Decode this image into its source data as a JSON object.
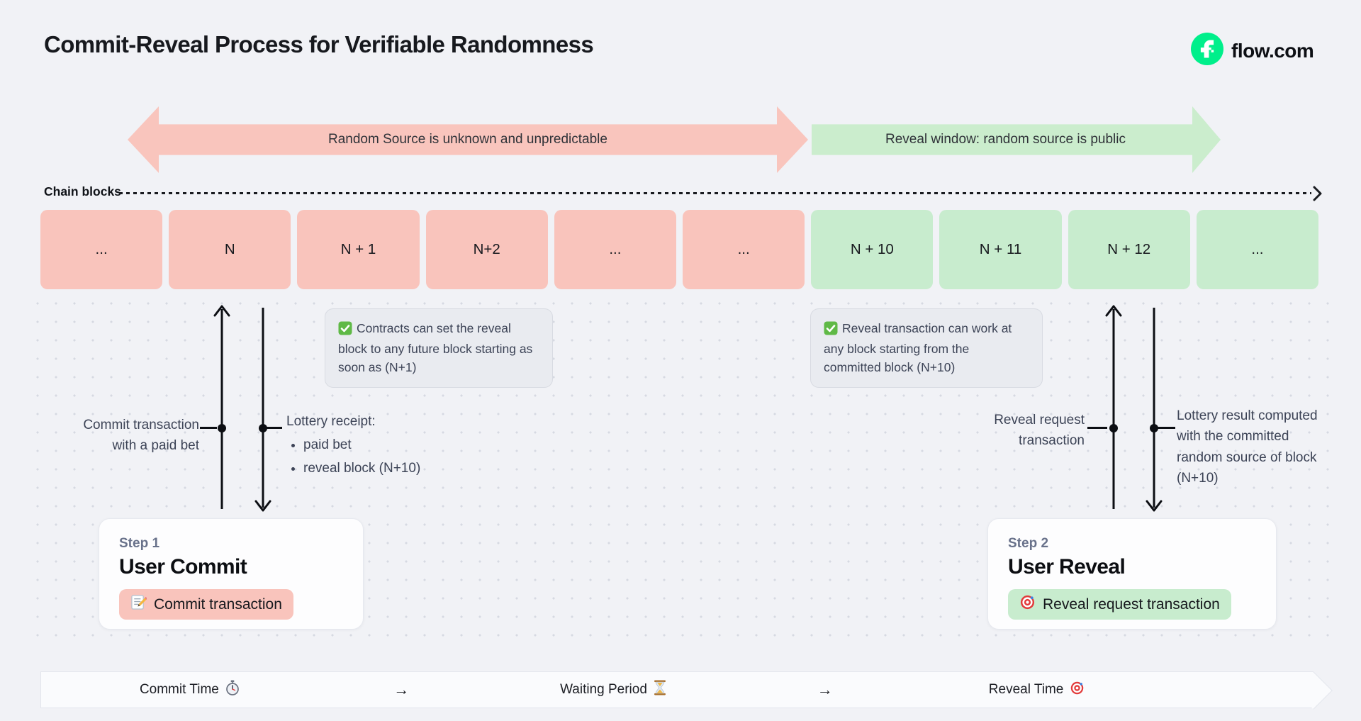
{
  "page_title": "Commit-Reveal Process for Verifiable Randomness",
  "brand": {
    "name": "flow.com",
    "icon": "flow-logo-icon",
    "color": "#00ef8b"
  },
  "phase_bands": {
    "unknown": {
      "label": "Random Source is unknown and unpredictable",
      "color": "#f9c5bd"
    },
    "reveal": {
      "label": "Reveal window: random source is public",
      "color": "#cbedcd"
    }
  },
  "chain": {
    "label": "Chain blocks",
    "blocks": [
      {
        "label": "...",
        "phase": "commit"
      },
      {
        "label": "N",
        "phase": "commit"
      },
      {
        "label": "N + 1",
        "phase": "commit"
      },
      {
        "label": "N+2",
        "phase": "commit"
      },
      {
        "label": "...",
        "phase": "commit"
      },
      {
        "label": "...",
        "phase": "commit"
      },
      {
        "label": "N + 10",
        "phase": "reveal"
      },
      {
        "label": "N + 11",
        "phase": "reveal"
      },
      {
        "label": "N + 12",
        "phase": "reveal"
      },
      {
        "label": "...",
        "phase": "reveal"
      }
    ]
  },
  "notes": {
    "commit_window": {
      "icon": "check-icon",
      "text": "Contracts can set the reveal block to any future block starting as soon as (N+1)"
    },
    "reveal_window": {
      "icon": "check-icon",
      "text": "Reveal transaction can work at any block starting from the committed block (N+10)"
    }
  },
  "flow_labels": {
    "commit_transaction": "Commit transaction with a paid bet",
    "lottery_receipt": {
      "title": "Lottery receipt:",
      "items": [
        "paid bet",
        "reveal block (N+10)"
      ]
    },
    "reveal_request": "Reveal request transaction",
    "lottery_result": "Lottery result computed with the committed random source of block (N+10)"
  },
  "steps": {
    "step1": {
      "eyebrow": "Step 1",
      "title": "User Commit",
      "pill_icon": "memo-icon",
      "pill_label": "Commit transaction"
    },
    "step2": {
      "eyebrow": "Step 2",
      "title": "User Reveal",
      "pill_icon": "target-icon",
      "pill_label": "Reveal request transaction"
    }
  },
  "timeline": {
    "arrow": "→",
    "items": [
      {
        "label": "Commit Time",
        "icon": "stopwatch-icon"
      },
      {
        "label": "Waiting Period",
        "icon": "hourglass-icon"
      },
      {
        "label": "Reveal Time",
        "icon": "target-icon"
      }
    ]
  }
}
